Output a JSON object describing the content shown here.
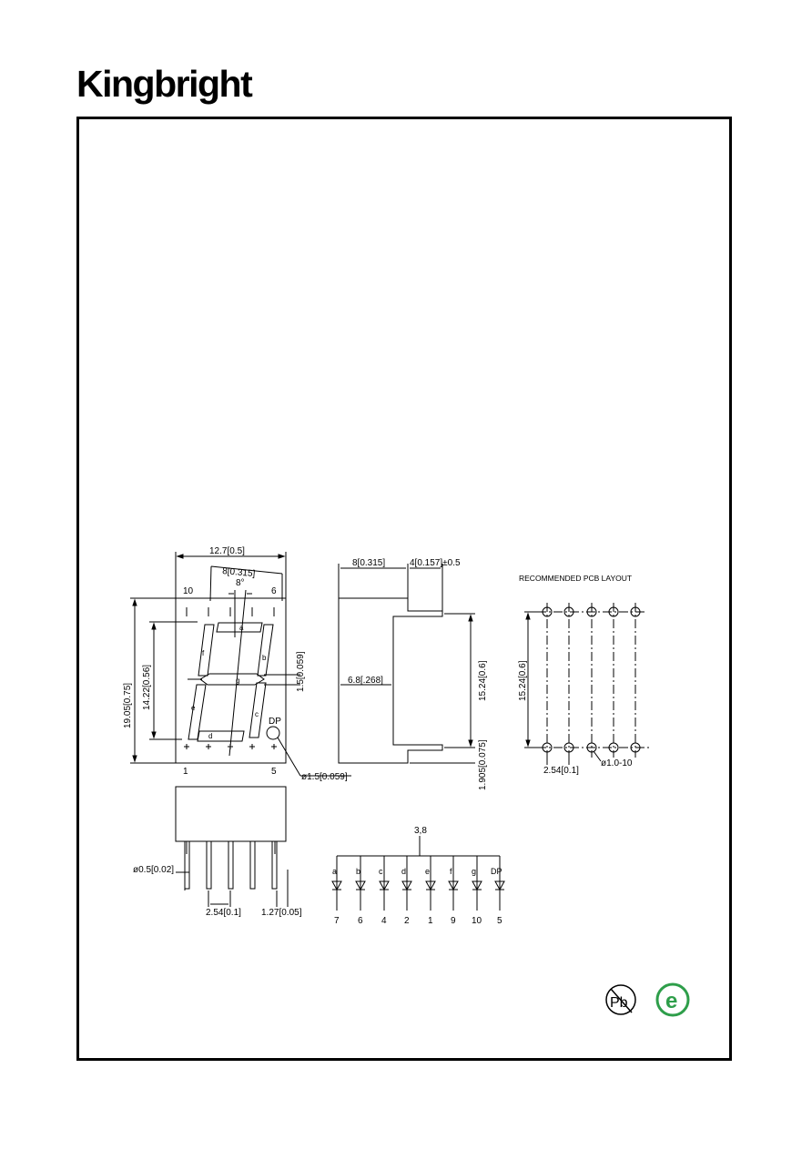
{
  "brand": {
    "logo_text": "Kingbright"
  },
  "front_view": {
    "width": "12.7[0.5]",
    "slant_width": "8[0.315]",
    "slant_angle": "8°",
    "height": "19.05[0.75]",
    "digit_height": "14.22[0.56]",
    "segment_width": "1.5[0.059]",
    "dp_diameter": "ø1.5[0.059]",
    "pin_top_left": "10",
    "pin_top_right": "6",
    "pin_bottom_left": "1",
    "pin_bottom_right": "5",
    "dp_label": "DP",
    "segment_labels": [
      "a",
      "b",
      "c",
      "d",
      "e",
      "f",
      "g"
    ]
  },
  "side_view": {
    "depth": "8[0.315]",
    "pin_length": "4[0.157]±0.5",
    "body_depth": "6.8[.268]",
    "row_spacing": "15.24[0.6]",
    "pin_offset": "1.905[0.075]"
  },
  "pcb_layout": {
    "title": "RECOMMENDED  PCB  LAYOUT",
    "row_spacing": "15.24[0.6]",
    "pitch": "2.54[0.1]",
    "hole": "ø1.0-10"
  },
  "bottom_view": {
    "pin_diameter": "ø0.5[0.02]",
    "pitch": "2.54[0.1]",
    "offset": "1.27[0.05]"
  },
  "circuit": {
    "common_pins": "3,8",
    "segments": [
      {
        "name": "a",
        "pin": "7"
      },
      {
        "name": "b",
        "pin": "6"
      },
      {
        "name": "c",
        "pin": "4"
      },
      {
        "name": "d",
        "pin": "2"
      },
      {
        "name": "e",
        "pin": "1"
      },
      {
        "name": "f",
        "pin": "9"
      },
      {
        "name": "g",
        "pin": "10"
      },
      {
        "name": "DP",
        "pin": "5"
      }
    ]
  },
  "badges": {
    "pb_free": "Pb",
    "rohs": "e"
  }
}
